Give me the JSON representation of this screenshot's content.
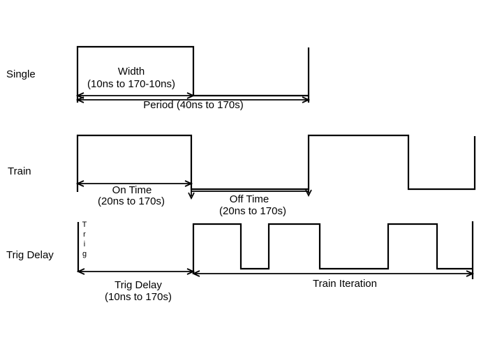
{
  "colors": {
    "background": "#ffffff",
    "line": "#000000",
    "text": "#000000"
  },
  "rows": {
    "single": {
      "label": "Single",
      "width_label": "Width",
      "width_range": "(10ns to 170-10ns)",
      "period_label": "Period (40ns to 170s)"
    },
    "train": {
      "label": "Train",
      "on_time_label": "On Time",
      "on_time_range": "(20ns to 170s)",
      "off_time_label": "Off Time",
      "off_time_range": "(20ns to 170s)"
    },
    "trig_delay": {
      "label": "Trig Delay",
      "trig_label": "Trig",
      "delay_label": "Trig Delay",
      "delay_range": "(10ns to 170s)",
      "iteration_label": "Train Iteration"
    }
  }
}
